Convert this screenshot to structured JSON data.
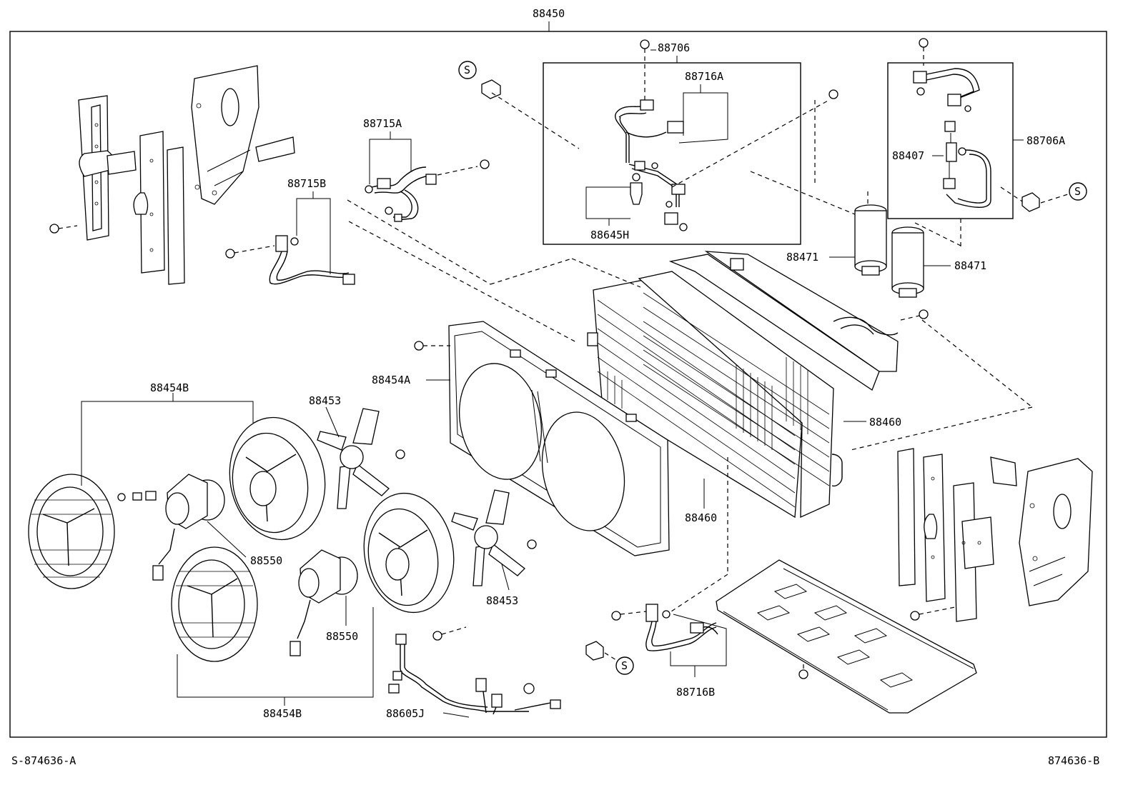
{
  "diagram": {
    "main_assembly": "88450",
    "footer_left": "S-874636-A",
    "footer_right": "874636-B",
    "labels": {
      "p88706": "88706",
      "p88716A": "88716A",
      "p88715A": "88715A",
      "p88715B": "88715B",
      "p88645H": "88645H",
      "p88706A": "88706A",
      "p88407": "88407",
      "p88471a": "88471",
      "p88471b": "88471",
      "p88454A": "88454A",
      "p88460a": "88460",
      "p88460b": "88460",
      "p88454B_top": "88454B",
      "p88453a": "88453",
      "p88453b": "88453",
      "p88550a": "88550",
      "p88550b": "88550",
      "p88454B_bottom": "88454B",
      "p88605J": "88605J",
      "p88716B": "88716B",
      "s1": "S",
      "s2": "S",
      "s3": "S"
    }
  }
}
